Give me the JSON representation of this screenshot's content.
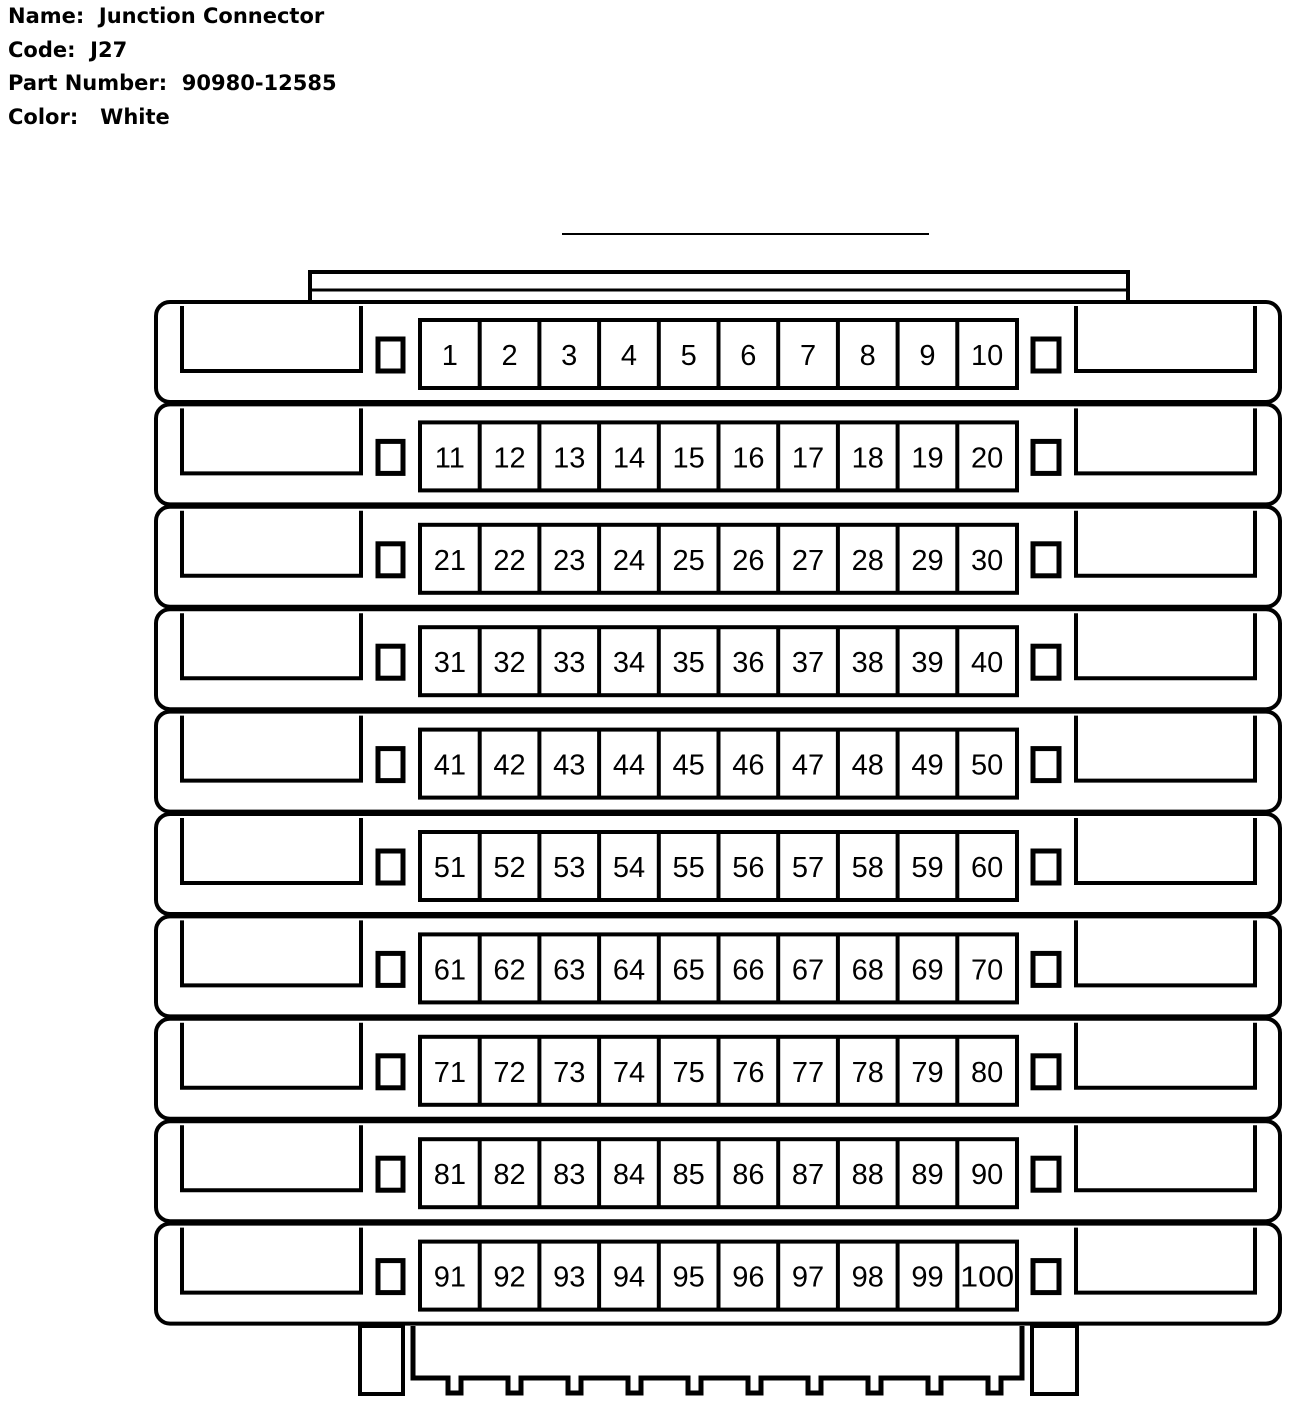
{
  "info": {
    "name_label": "Name:",
    "name_value": "Junction Connector",
    "code_label": "Code:",
    "code_value": "J27",
    "part_label": "Part Number:",
    "part_value": "90980-12585",
    "color_label": "Color:",
    "color_value": "White"
  },
  "connector": {
    "rows": 10,
    "pins_per_row": 10,
    "pins": [
      "1",
      "2",
      "3",
      "4",
      "5",
      "6",
      "7",
      "8",
      "9",
      "10",
      "11",
      "12",
      "13",
      "14",
      "15",
      "16",
      "17",
      "18",
      "19",
      "20",
      "21",
      "22",
      "23",
      "24",
      "25",
      "26",
      "27",
      "28",
      "29",
      "30",
      "31",
      "32",
      "33",
      "34",
      "35",
      "36",
      "37",
      "38",
      "39",
      "40",
      "41",
      "42",
      "43",
      "44",
      "45",
      "46",
      "47",
      "48",
      "49",
      "50",
      "51",
      "52",
      "53",
      "54",
      "55",
      "56",
      "57",
      "58",
      "59",
      "60",
      "61",
      "62",
      "63",
      "64",
      "65",
      "66",
      "67",
      "68",
      "69",
      "70",
      "71",
      "72",
      "73",
      "74",
      "75",
      "76",
      "77",
      "78",
      "79",
      "80",
      "81",
      "82",
      "83",
      "84",
      "85",
      "86",
      "87",
      "88",
      "89",
      "90",
      "91",
      "92",
      "93",
      "94",
      "95",
      "96",
      "97",
      "98",
      "99",
      "100"
    ],
    "line_color": "#000000",
    "fill_color": "#ffffff"
  }
}
